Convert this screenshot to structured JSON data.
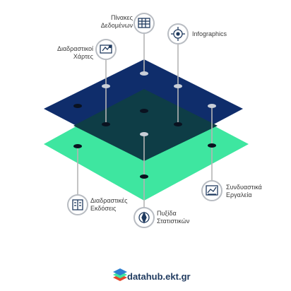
{
  "nodes": {
    "tables": {
      "lines": [
        "Πίνακες",
        "Δεδομένων"
      ]
    },
    "infographics": {
      "lines": [
        "Infographics"
      ]
    },
    "maps": {
      "lines": [
        "Διαδραστικοί",
        "Χάρτες"
      ]
    },
    "publications": {
      "lines": [
        "Διαδραστικές",
        "Εκδόσεις"
      ]
    },
    "compass": {
      "lines": [
        "Πυξίδα",
        "Στατιστικών"
      ]
    },
    "tools": {
      "lines": [
        "Συνδυαστικά",
        "Εργαλεία"
      ]
    }
  },
  "brand": {
    "text": "datahub.ekt.gr"
  },
  "colors": {
    "top_layer": "#0f2d6b",
    "bottom_layer": "#3ee6a0",
    "overlap": "#0e3d46",
    "icon_border": "#b8bcc2",
    "icon_color": "#1f3a5f"
  }
}
